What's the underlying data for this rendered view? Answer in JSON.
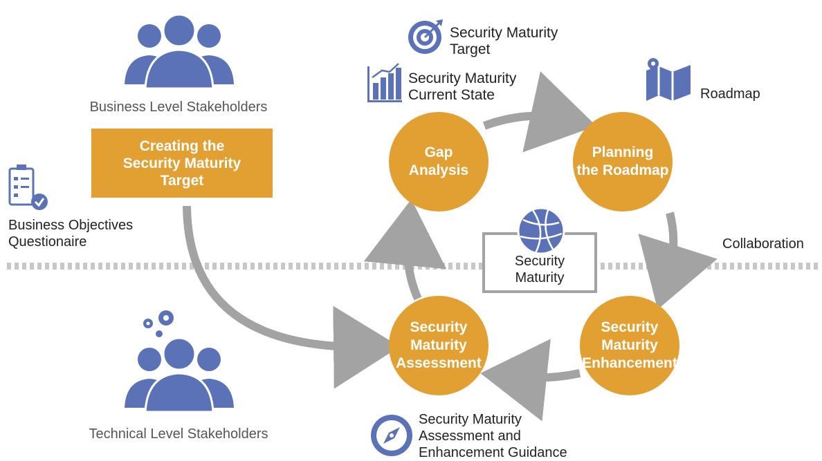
{
  "colors": {
    "orange": "#e2a033",
    "blue": "#5b72b6",
    "arrow": "#a3a3a3",
    "dots": "#c7c7c7"
  },
  "stakeholders": {
    "business": "Business Level Stakeholders",
    "technical": "Technical Level Stakeholders"
  },
  "target_box": "Creating the\nSecurity Maturity\nTarget",
  "questionnaire": "Business Objectives\nQuestionaire",
  "collaboration": "Collaboration",
  "cycle": {
    "gap": "Gap\nAnalysis",
    "roadmap": "Planning\nthe Roadmap",
    "enhancement": "Security\nMaturity\nEnhancement",
    "assessment": "Security\nMaturity\nAssessment"
  },
  "center": "Security\nMaturity",
  "artifacts": {
    "target": "Security Maturity\nTarget",
    "current": "Security Maturity\nCurrent State",
    "roadmap": "Roadmap",
    "guidance": "Security Maturity\nAssessment and\nEnhancement Guidance"
  },
  "icons": {
    "people": "people-icon",
    "gears": "gears-icon",
    "clipboard": "clipboard-check-icon",
    "target": "target-icon",
    "chart": "bar-chart-icon",
    "map": "map-icon",
    "globe": "globe-icon",
    "compass": "compass-icon"
  }
}
